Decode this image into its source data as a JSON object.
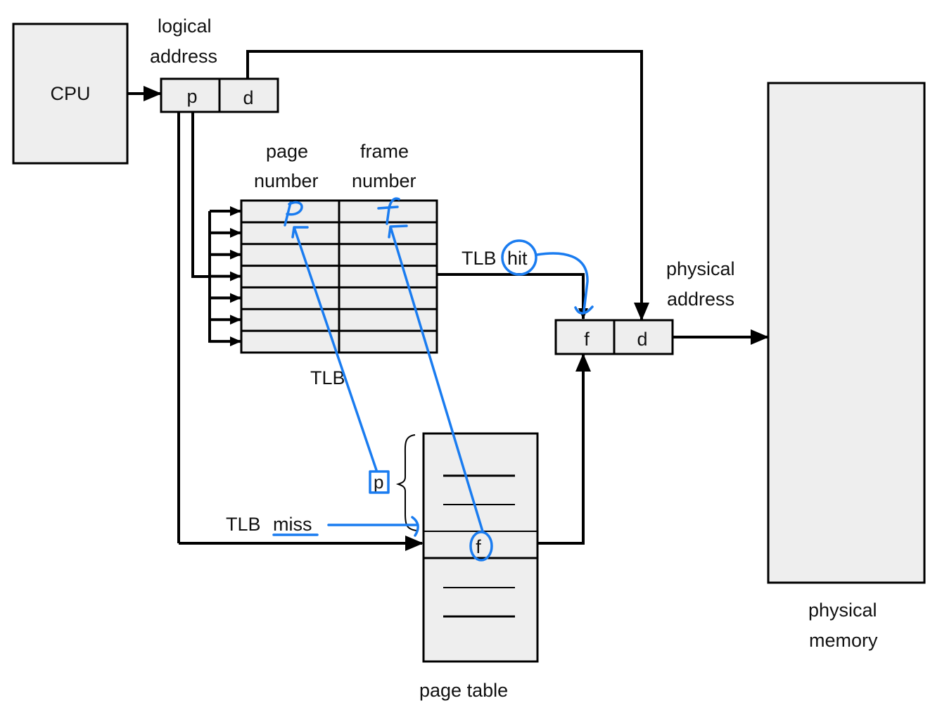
{
  "diagram": {
    "title": "Paging hardware with TLB",
    "cpu": {
      "label": "CPU"
    },
    "logical_address": {
      "label_line1": "logical",
      "label_line2": "address",
      "fields": [
        "p",
        "d"
      ]
    },
    "tlb": {
      "caption": "TLB",
      "col1_line1": "page",
      "col1_line2": "number",
      "col2_line1": "frame",
      "col2_line2": "number",
      "row_count": 7
    },
    "tlb_hit": {
      "prefix": "TLB",
      "word": "hit"
    },
    "tlb_miss": {
      "prefix": "TLB",
      "word": "miss"
    },
    "physical_address": {
      "label_line1": "physical",
      "label_line2": "address",
      "fields": [
        "f",
        "d"
      ]
    },
    "page_table": {
      "caption": "page table",
      "entry_label": "f",
      "index_label": "p"
    },
    "physical_memory": {
      "label_line1": "physical",
      "label_line2": "memory"
    },
    "annotations": {
      "handwritten_p": "P",
      "handwritten_f": "f",
      "color": "#1a7cf0"
    }
  }
}
